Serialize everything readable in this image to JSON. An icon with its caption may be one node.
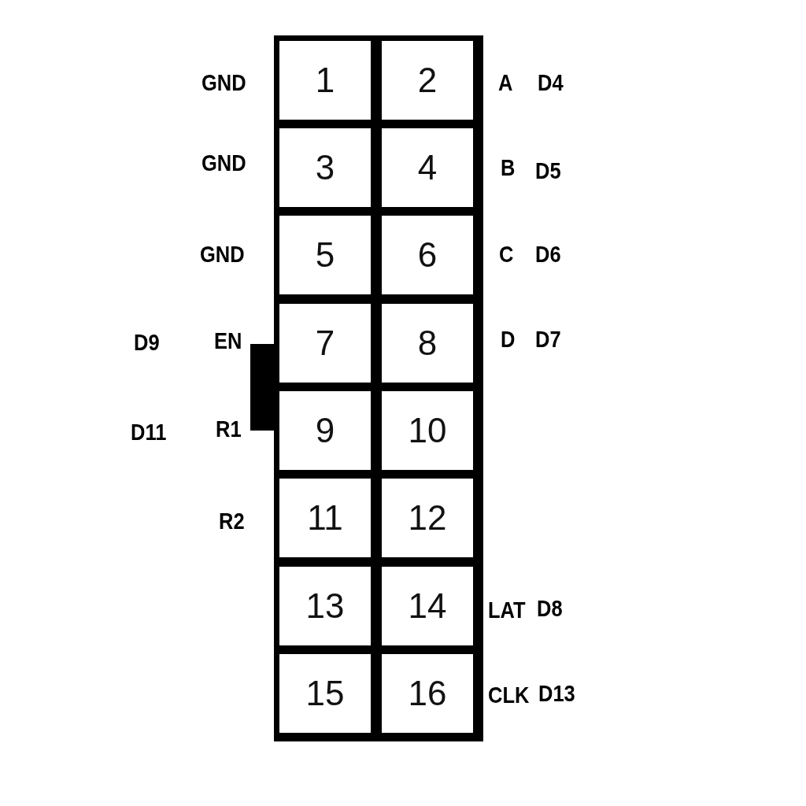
{
  "diagram": {
    "nodes": [
      {
        "text": [],
        "shape": "box"
      },
      {
        "text": [
          "1"
        ],
        "in": 0
      },
      {
        "text": [
          "2"
        ],
        "in": 0
      },
      {
        "text": [
          "3"
        ],
        "in": 0
      },
      {
        "text": [
          "4"
        ],
        "in": 0
      },
      {
        "text": [
          "5"
        ],
        "in": 0
      },
      {
        "text": [
          "6"
        ],
        "in": 0
      },
      {
        "text": [
          "7"
        ],
        "in": 0
      },
      {
        "text": [
          "8"
        ],
        "in": 0
      },
      {
        "text": [
          "9"
        ],
        "in": 0
      },
      {
        "text": [
          "10"
        ],
        "in": 0
      },
      {
        "text": [
          "11"
        ],
        "in": 0
      },
      {
        "text": [
          "12"
        ],
        "in": 0
      },
      {
        "text": [
          "13"
        ],
        "in": 0
      },
      {
        "text": [
          "14"
        ],
        "in": 0
      },
      {
        "text": [
          "15"
        ],
        "in": 0
      },
      {
        "text": [
          "16"
        ],
        "in": 0
      },
      {
        "text": [],
        "shape": "bar"
      }
    ],
    "labels": [
      "GND",
      "A",
      "D4",
      "GND",
      "B",
      "D5",
      "GND",
      "C",
      "D6",
      "D9",
      "EN",
      "D",
      "D7",
      "D11",
      "R1",
      "R2",
      "LAT",
      "D8",
      "CLK",
      "D13"
    ]
  }
}
